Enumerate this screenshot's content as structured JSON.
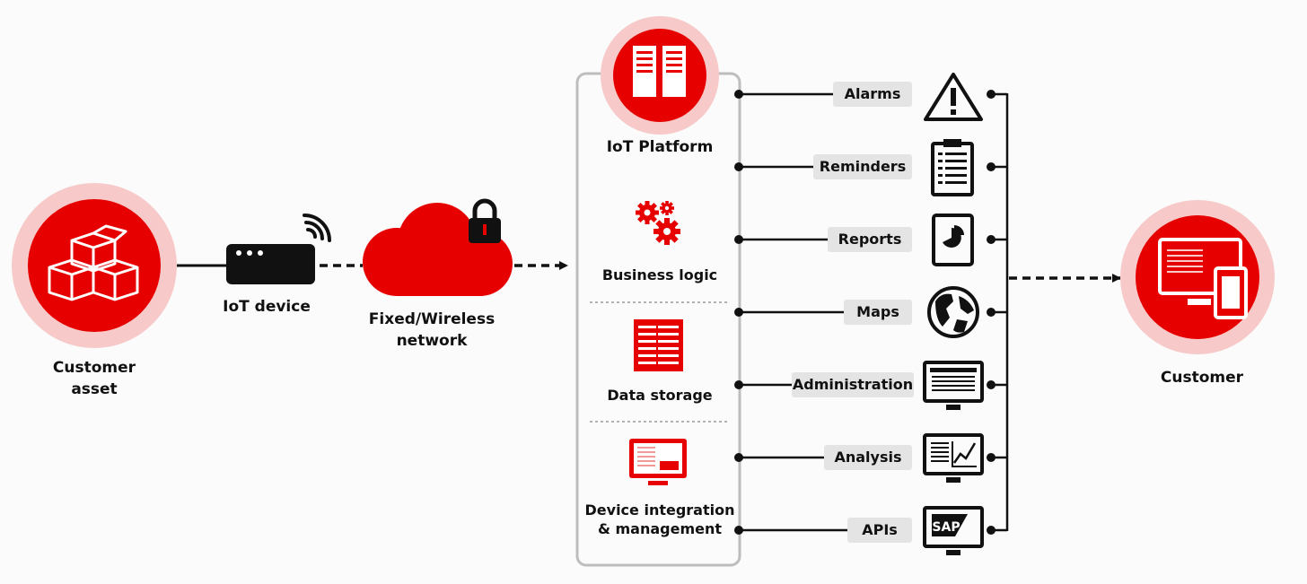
{
  "colors": {
    "red": "#e60000",
    "light_red": "#f7c9c9",
    "black": "#111111",
    "pill_bg": "#e4e4e4",
    "panel_border": "#bdbdbd"
  },
  "nodes": {
    "customer_asset": {
      "line1": "Customer",
      "line2": "asset",
      "icon": "boxes-icon"
    },
    "iot_device": {
      "label": "IoT device",
      "icon": "router-icon"
    },
    "network": {
      "line1": "Fixed/Wireless",
      "line2": "network",
      "icon": "cloud-lock-icon"
    },
    "customer": {
      "label": "Customer",
      "icon": "monitor-phone-icon"
    }
  },
  "platform": {
    "title": "IoT Platform",
    "sections": [
      {
        "label": "Business logic",
        "icon": "gears-icon"
      },
      {
        "label": "Data storage",
        "icon": "database-icon"
      },
      {
        "line1": "Device integration",
        "line2": "& management",
        "icon": "device-screen-icon"
      }
    ]
  },
  "outputs": [
    {
      "label": "Alarms",
      "icon": "warning-icon"
    },
    {
      "label": "Reminders",
      "icon": "clipboard-icon"
    },
    {
      "label": "Reports",
      "icon": "pie-report-icon"
    },
    {
      "label": "Maps",
      "icon": "globe-icon"
    },
    {
      "label": "Administration",
      "icon": "admin-monitor-icon"
    },
    {
      "label": "Analysis",
      "icon": "chart-monitor-icon"
    },
    {
      "label": "APIs",
      "icon": "sap-monitor-icon",
      "icon_text": "SAP"
    }
  ]
}
